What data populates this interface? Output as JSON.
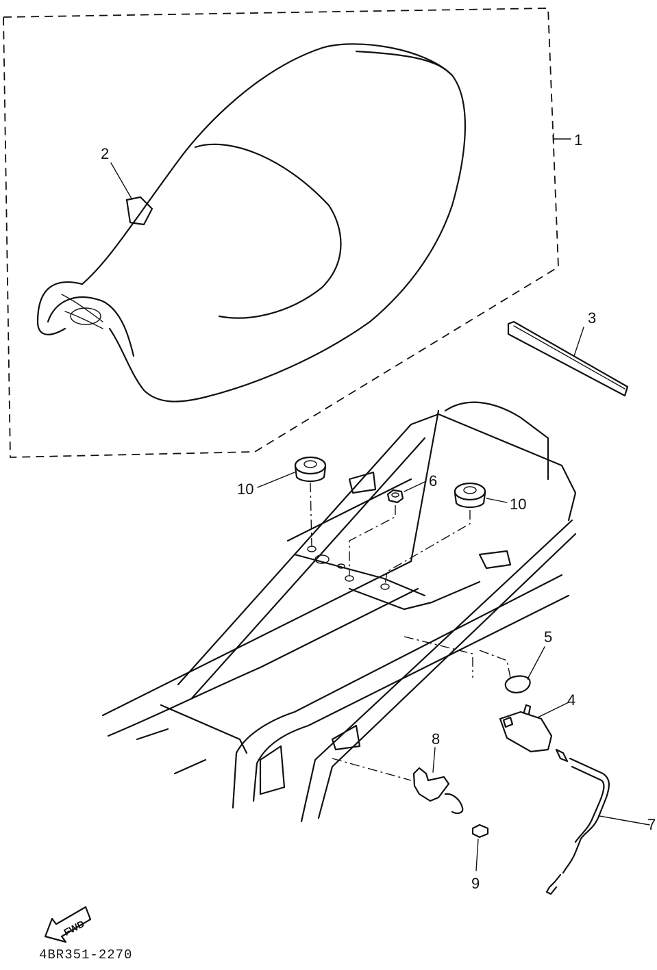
{
  "callouts": {
    "c1": "1",
    "c2": "2",
    "c3": "3",
    "c4": "4",
    "c5": "5",
    "c6": "6",
    "c7": "7",
    "c8": "8",
    "c9": "9",
    "c10a": "10",
    "c10b": "10"
  },
  "fwd_label": "FWD",
  "diagram_code": "4BR351-2270"
}
